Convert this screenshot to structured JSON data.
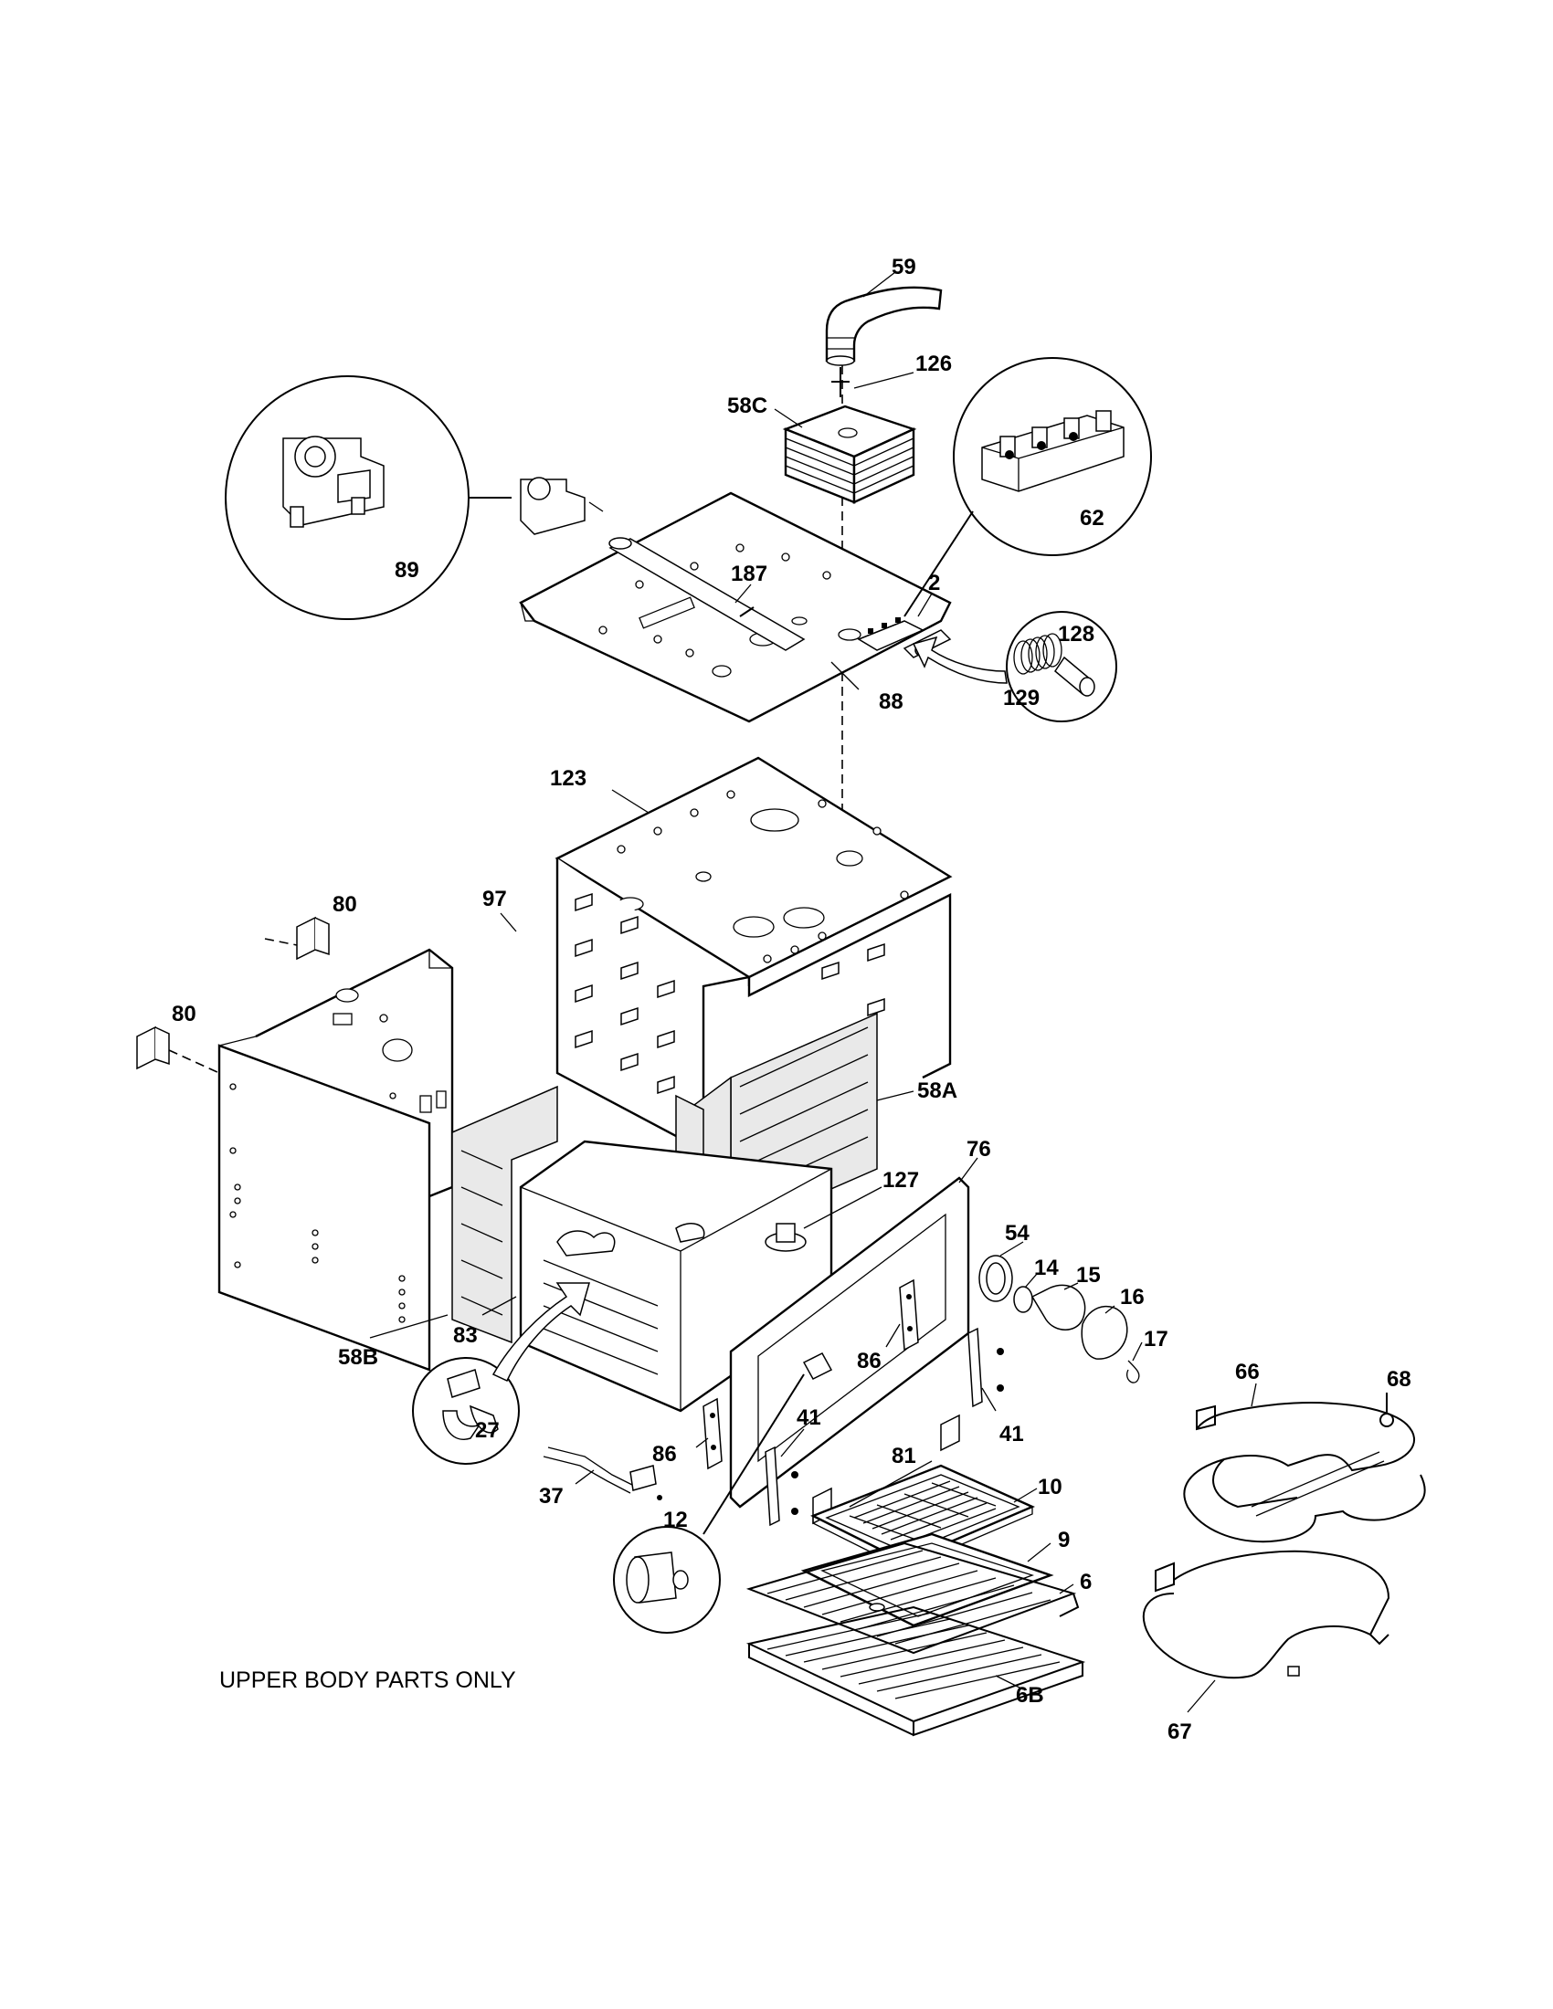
{
  "caption": "UPPER BODY PARTS ONLY",
  "labels": [
    {
      "id": "59",
      "text": "59"
    },
    {
      "id": "126",
      "text": "126"
    },
    {
      "id": "58C",
      "text": "58C"
    },
    {
      "id": "62",
      "text": "62"
    },
    {
      "id": "89",
      "text": "89"
    },
    {
      "id": "187",
      "text": "187"
    },
    {
      "id": "2",
      "text": "2"
    },
    {
      "id": "128",
      "text": "128"
    },
    {
      "id": "129",
      "text": "129"
    },
    {
      "id": "88",
      "text": "88"
    },
    {
      "id": "123",
      "text": "123"
    },
    {
      "id": "80a",
      "text": "80"
    },
    {
      "id": "97",
      "text": "97"
    },
    {
      "id": "80b",
      "text": "80"
    },
    {
      "id": "58A",
      "text": "58A"
    },
    {
      "id": "76",
      "text": "76"
    },
    {
      "id": "127",
      "text": "127"
    },
    {
      "id": "54",
      "text": "54"
    },
    {
      "id": "14",
      "text": "14"
    },
    {
      "id": "15",
      "text": "15"
    },
    {
      "id": "16",
      "text": "16"
    },
    {
      "id": "17",
      "text": "17"
    },
    {
      "id": "66",
      "text": "66"
    },
    {
      "id": "68",
      "text": "68"
    },
    {
      "id": "83",
      "text": "83"
    },
    {
      "id": "58B",
      "text": "58B"
    },
    {
      "id": "86a",
      "text": "86"
    },
    {
      "id": "41a",
      "text": "41"
    },
    {
      "id": "41b",
      "text": "41"
    },
    {
      "id": "27",
      "text": "27"
    },
    {
      "id": "86b",
      "text": "86"
    },
    {
      "id": "81",
      "text": "81"
    },
    {
      "id": "37",
      "text": "37"
    },
    {
      "id": "10",
      "text": "10"
    },
    {
      "id": "9",
      "text": "9"
    },
    {
      "id": "12",
      "text": "12"
    },
    {
      "id": "6",
      "text": "6"
    },
    {
      "id": "67",
      "text": "67"
    },
    {
      "id": "6B",
      "text": "6B"
    }
  ]
}
